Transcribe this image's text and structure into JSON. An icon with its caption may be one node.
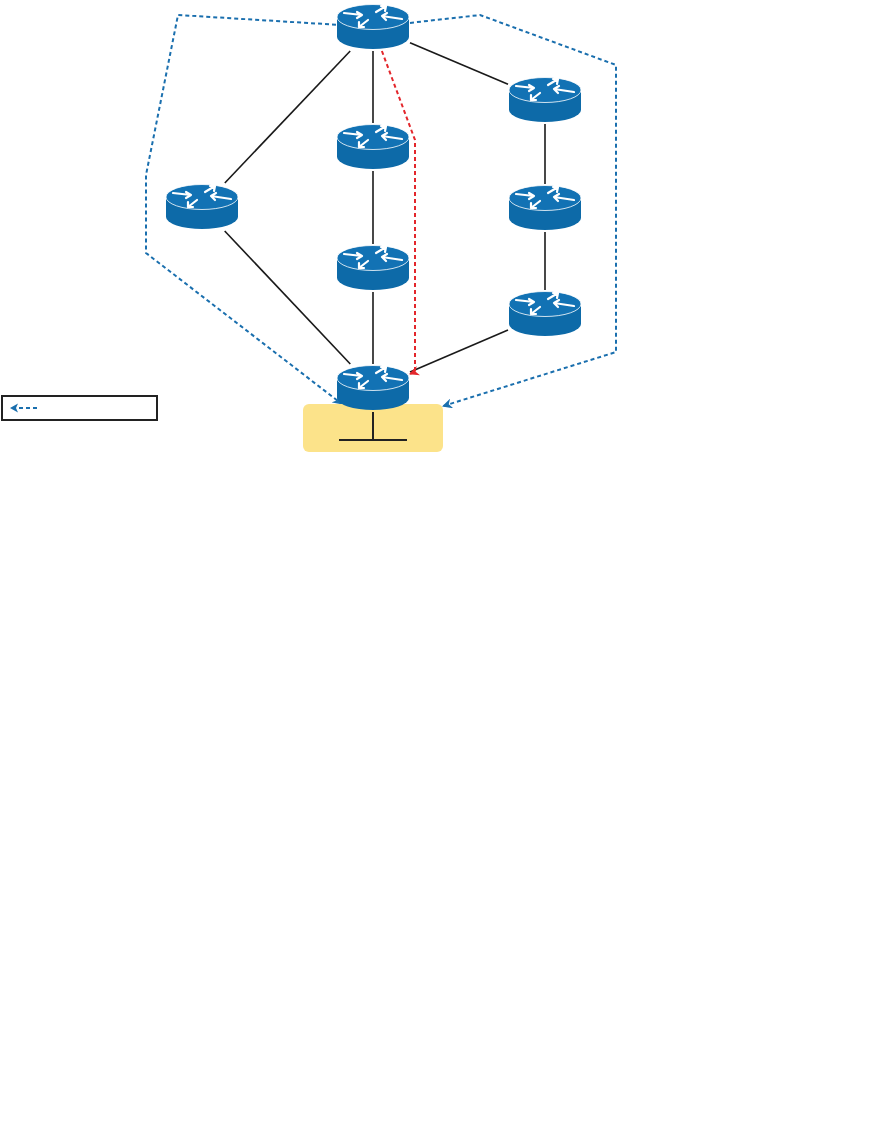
{
  "diagram": {
    "nodes": [
      {
        "text": [],
        "shape": "router"
      },
      {
        "text": [],
        "shape": "router"
      },
      {
        "text": [],
        "shape": "router"
      },
      {
        "text": [],
        "shape": "router"
      },
      {
        "text": [],
        "shape": "router"
      },
      {
        "text": [],
        "shape": "router"
      },
      {
        "text": [],
        "shape": "router"
      },
      {
        "text": [],
        "shape": "router"
      },
      {
        "text": [],
        "shape": "box"
      },
      {
        "text": [],
        "shape": "box"
      }
    ],
    "edges": [
      {
        "from": 0,
        "to": 3,
        "arrow": "none"
      },
      {
        "from": 0,
        "to": 2,
        "arrow": "none"
      },
      {
        "from": 0,
        "to": 1,
        "arrow": "none"
      },
      {
        "from": 1,
        "to": 4,
        "arrow": "none"
      },
      {
        "from": 4,
        "to": 6,
        "arrow": "none"
      },
      {
        "from": 2,
        "to": 5,
        "arrow": "none"
      },
      {
        "from": 5,
        "to": 7,
        "arrow": "none"
      },
      {
        "from": 3,
        "to": 7,
        "arrow": "none"
      },
      {
        "from": 6,
        "to": 7,
        "arrow": "none"
      },
      {
        "from": 0,
        "to": 8,
        "arrow": "to",
        "style": "dashed",
        "color": "#1a6fae"
      },
      {
        "from": 0,
        "to": 8,
        "arrow": "to",
        "style": "dashed",
        "color": "#1a6fae"
      },
      {
        "from": 0,
        "to": 7,
        "arrow": "to",
        "style": "dashed",
        "color": "#e3262b"
      }
    ]
  }
}
